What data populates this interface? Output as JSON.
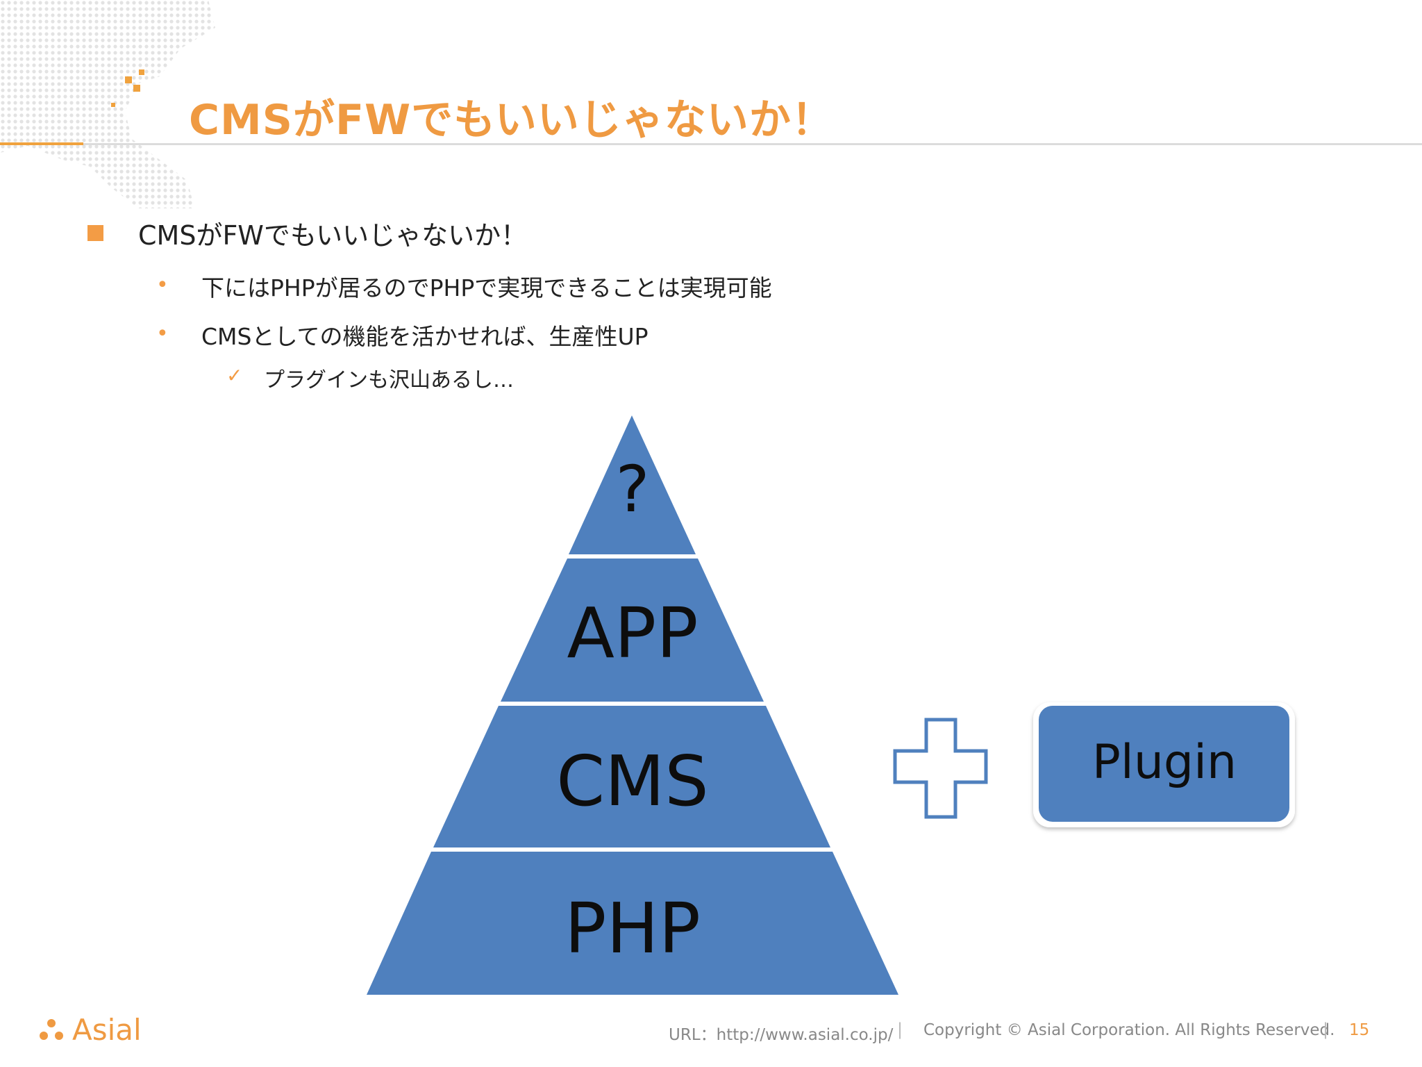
{
  "slide": {
    "title": "CMSがFWでもいいじゃないか！",
    "bullets": {
      "level1": "CMSがFWでもいいじゃないか！",
      "level2": [
        "下にはPHPが居るのでPHPで実現できることは実現可能",
        "CMSとしての機能を活かせれば、生産性UP"
      ],
      "level3": "プラグインも沢山あるし…"
    }
  },
  "diagram": {
    "pyramid_layers": [
      "?",
      "APP",
      "CMS",
      "PHP"
    ],
    "plugin_label": "Plugin",
    "colors": {
      "layer_fill": "#4f80be",
      "plus_stroke": "#4f80be",
      "accent": "#ef9a42"
    }
  },
  "footer": {
    "brand": "Asial",
    "url": "URL：http://www.asial.co.jp/",
    "separator": "|",
    "copyright": "Copyright ©  Asial Corporation. All Rights Reserved.",
    "page": "15"
  }
}
